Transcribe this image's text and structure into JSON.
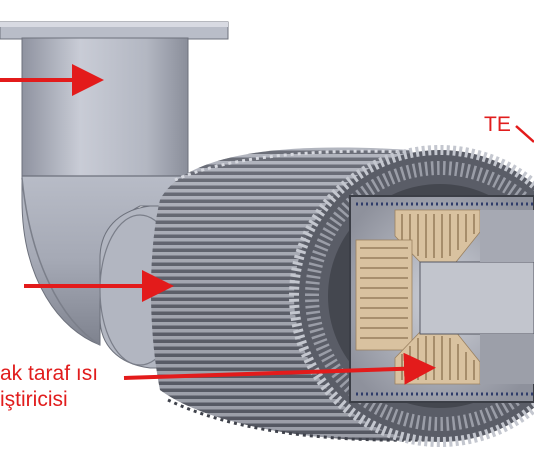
{
  "labels": {
    "te": "TE",
    "hot_side_line1": "ak taraf ısı",
    "hot_side_line2": "iştiricisi"
  },
  "colors": {
    "arrow": "#e31b1b",
    "pipe_light": "#c9ccd6",
    "pipe_mid": "#a8acb8",
    "pipe_dark": "#7c808c",
    "fin_light": "#c2c4cc",
    "fin_dark": "#4f525c",
    "inner_fin": "#d9c2a0",
    "inner_fin_dark": "#a88f6c",
    "core": "#b9bcc6"
  }
}
